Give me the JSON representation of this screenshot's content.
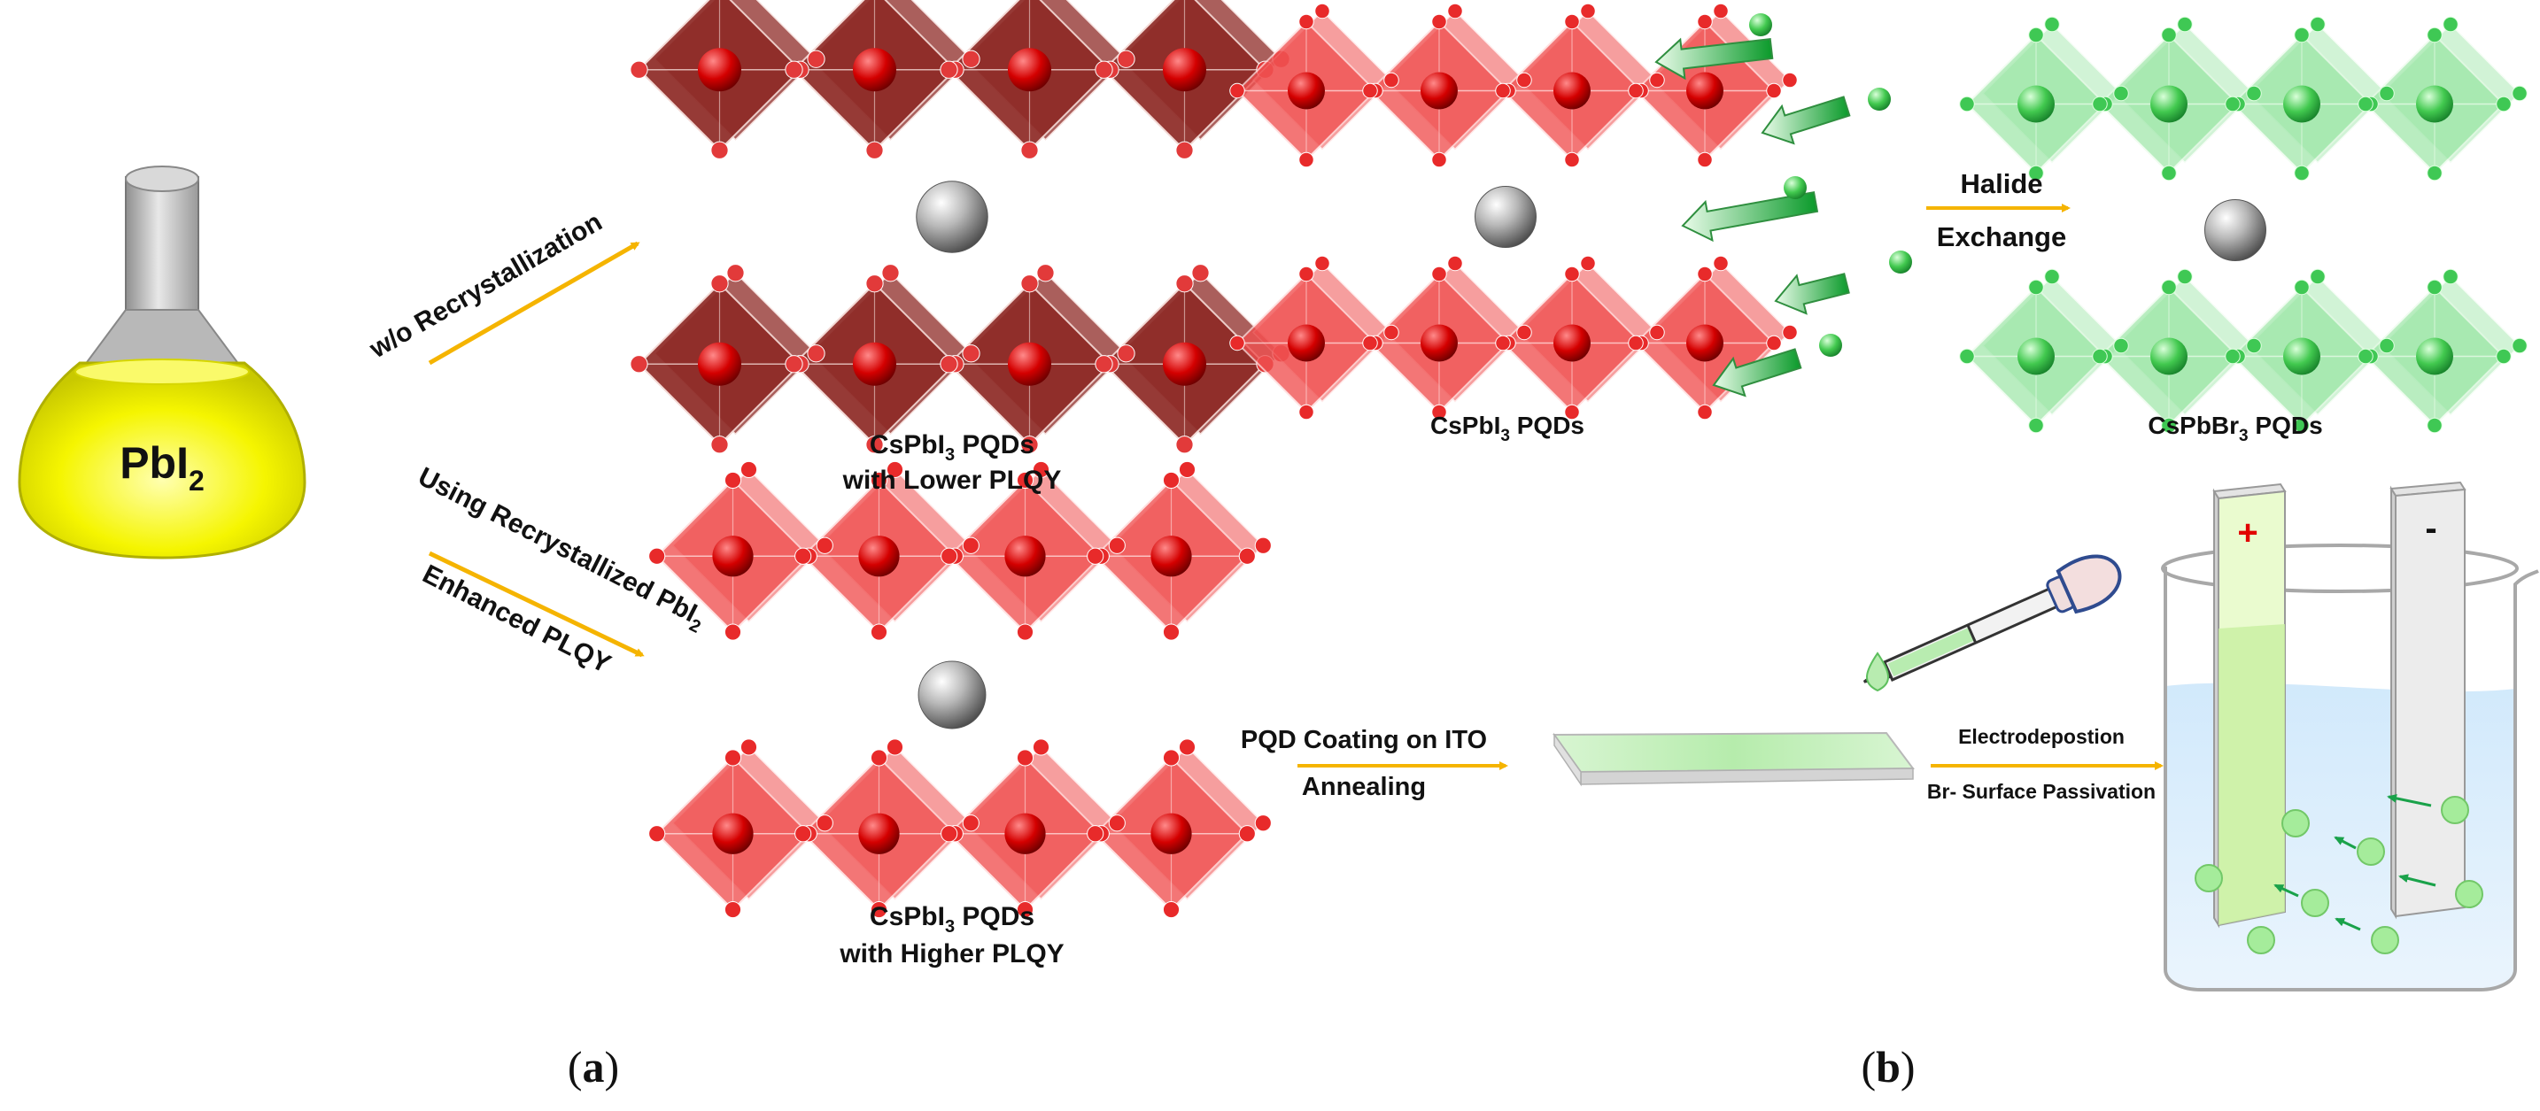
{
  "flask": {
    "formula_main": "PbI",
    "formula_sub": "2"
  },
  "arrow_top": {
    "label": "w/o Recrystallization"
  },
  "arrow_bottom": {
    "label_line1_main": "Using Recrystallized PbI",
    "label_line1_sub": "2",
    "label_line2": "Enhanced PLQY"
  },
  "crystal_lower": {
    "l1_pre": "CsPbI",
    "l1_sub": "3",
    "l1_post": " PQDs",
    "l2": "with Lower PLQY"
  },
  "crystal_higher": {
    "l1_pre": "CsPbI",
    "l1_sub": "3",
    "l1_post": " PQDs",
    "l2": "with Higher PLQY"
  },
  "crystal_b": {
    "pre": "CsPbI",
    "sub": "3",
    "post": " PQDs"
  },
  "crystal_br": {
    "pre": "CsPbBr",
    "sub": "3",
    "post": " PQDs"
  },
  "halide_exchange": {
    "line1": "Halide",
    "line2": "Exchange"
  },
  "coating": {
    "line1": "PQD Coating on ITO",
    "line2": "Annealing"
  },
  "electro": {
    "line1": "Electrodepostion",
    "line2": "Br- Surface Passivation"
  },
  "electrodes": {
    "plus": "+",
    "minus": "-"
  },
  "panels": {
    "a": "a",
    "b": "b"
  },
  "colors": {
    "dark_red": "#8e2a26",
    "bright_red": "#f03b3b",
    "green": "#59d46b",
    "arrow_orange": "#f5b400",
    "flask_yellow": "#f2f200"
  }
}
